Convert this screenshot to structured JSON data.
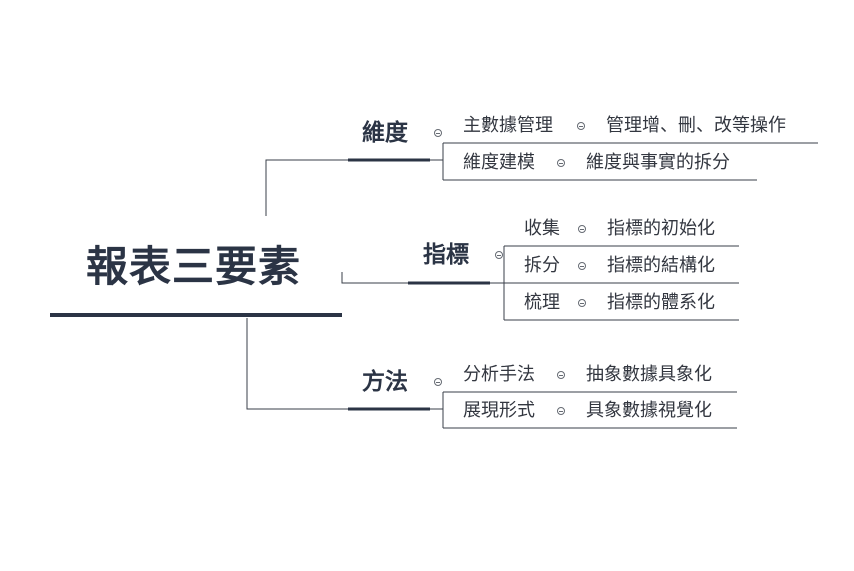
{
  "root": {
    "label": "報表三要素"
  },
  "branches": [
    {
      "label": "維度",
      "children": [
        {
          "label": "主數據管理",
          "detail": "管理增、刪、改等操作"
        },
        {
          "label": "維度建模",
          "detail": "維度與事實的拆分"
        }
      ]
    },
    {
      "label": "指標",
      "children": [
        {
          "label": "收集",
          "detail": "指標的初始化"
        },
        {
          "label": "拆分",
          "detail": "指標的結構化"
        },
        {
          "label": "梳理",
          "detail": "指標的體系化"
        }
      ]
    },
    {
      "label": "方法",
      "children": [
        {
          "label": "分析手法",
          "detail": "抽象數據具象化"
        },
        {
          "label": "展現形式",
          "detail": "具象數據視覺化"
        }
      ]
    }
  ],
  "colors": {
    "dark": "#2b3445",
    "line": "#3a3f48"
  }
}
